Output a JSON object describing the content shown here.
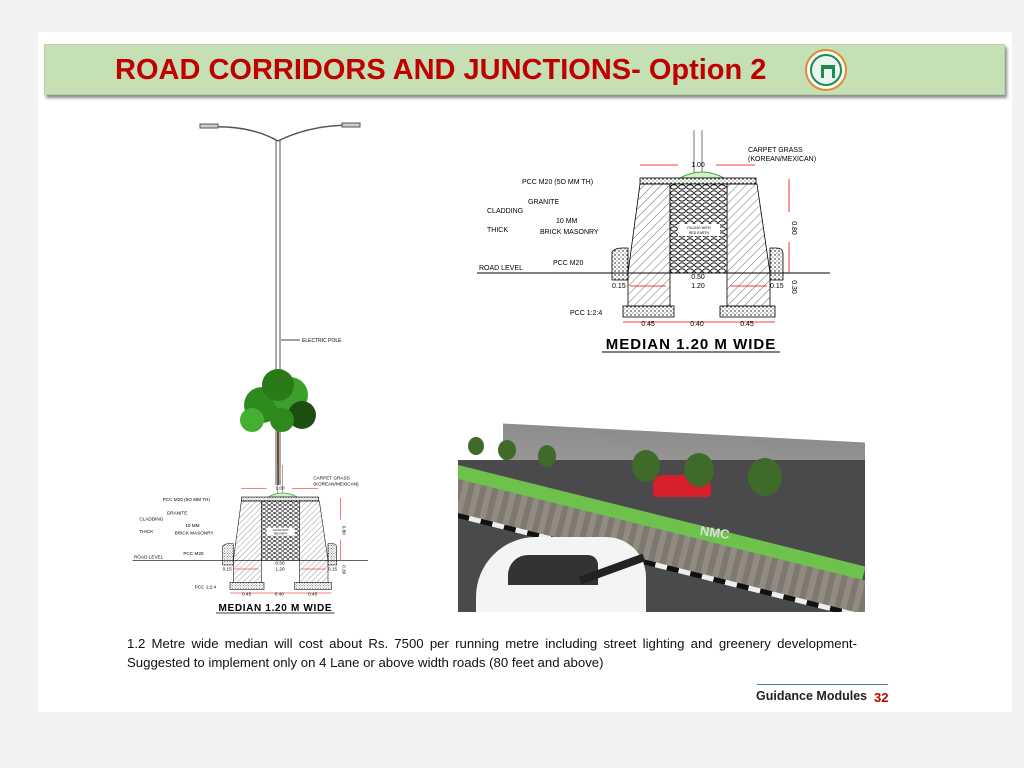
{
  "title": "ROAD CORRIDORS AND JUNCTIONS- Option 2",
  "seal": "Government of Telangana seal",
  "drawing": {
    "carpet_grass": "CARPET GRASS",
    "carpet_grass_type": "(KOREAN/MEXICAN)",
    "pcc_top": "PCC M20 (5O MM TH)",
    "granite": "GRANITE",
    "cladding": "CLADDING",
    "mm10": "10 MM",
    "thick": "THICK",
    "brick": "BRICK MASONRY",
    "filling1": "FILLING WITH",
    "filling2": "RED EARTH",
    "pcc_m20": "PCC M20",
    "road_level": "ROAD LEVEL",
    "pcc_base": "PCC 1:2:4",
    "dim_top": "1.00",
    "dim_height": "0.80",
    "dim_050": "0.50",
    "dim_120": "1.20",
    "dim_015_l": "0.15",
    "dim_015_r": "0.15",
    "dim_030": "0.30",
    "dim_045_l": "0.45",
    "dim_040": "0.40",
    "dim_045_r": "0.45",
    "caption": "MEDIAN 1.20 M WIDE"
  },
  "electric_pole": "ELECTRIC POLE",
  "photo_label": "NMC",
  "description": "1.2 Metre wide median will cost about Rs. 7500 per running metre including street lighting and greenery development- Suggested to implement only on 4 Lane or above width roads (80 feet and above)",
  "footer": {
    "label": "Guidance Modules",
    "page": "32"
  }
}
